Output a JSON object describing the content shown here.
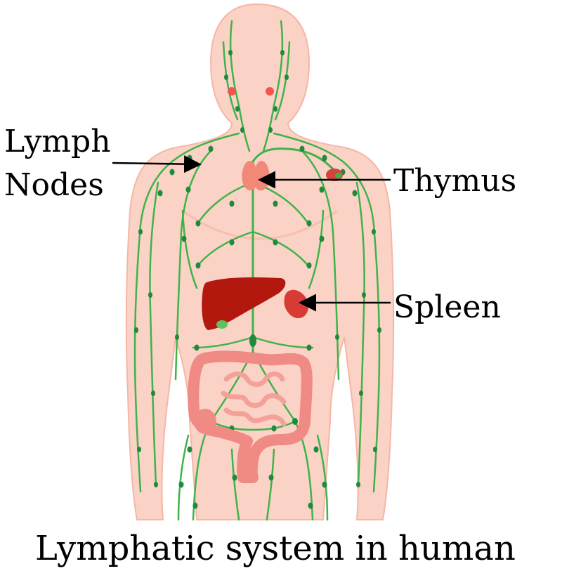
{
  "diagram": {
    "labels": {
      "lymph_nodes_line1": "Lymph",
      "lymph_nodes_line2": "Nodes",
      "thymus": "Thymus",
      "spleen": "Spleen"
    },
    "caption": "Lymphatic system in human",
    "colors": {
      "skin": "#fbd2c6",
      "skin_edge": "#f6b6a6",
      "vessel": "#3fb34a",
      "node": "#1f8a3b",
      "liver": "#b3180f",
      "spleen": "#d83a35",
      "thymus": "#f28878",
      "intestine": "#f08a84",
      "tonsil": "#f2554e",
      "arrow": "#000000"
    }
  }
}
